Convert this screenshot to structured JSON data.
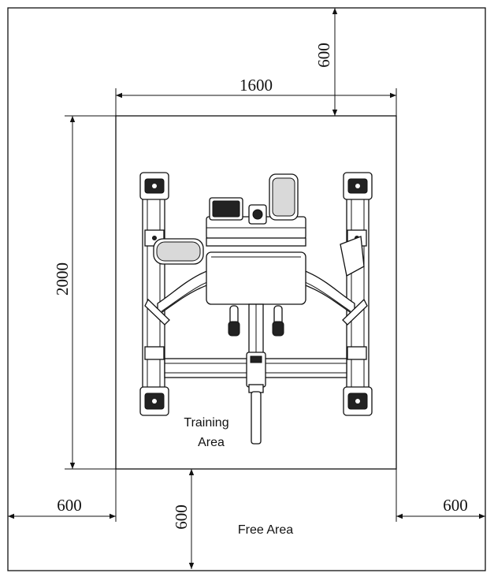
{
  "dimensions": {
    "width_mm": "1600",
    "depth_mm": "2000",
    "top_clearance_mm": "600",
    "left_clearance_mm": "600",
    "right_clearance_mm": "600",
    "bottom_clearance_mm": "600"
  },
  "areas": {
    "training_line1": "Training",
    "training_line2": "Area",
    "free": "Free Area"
  }
}
